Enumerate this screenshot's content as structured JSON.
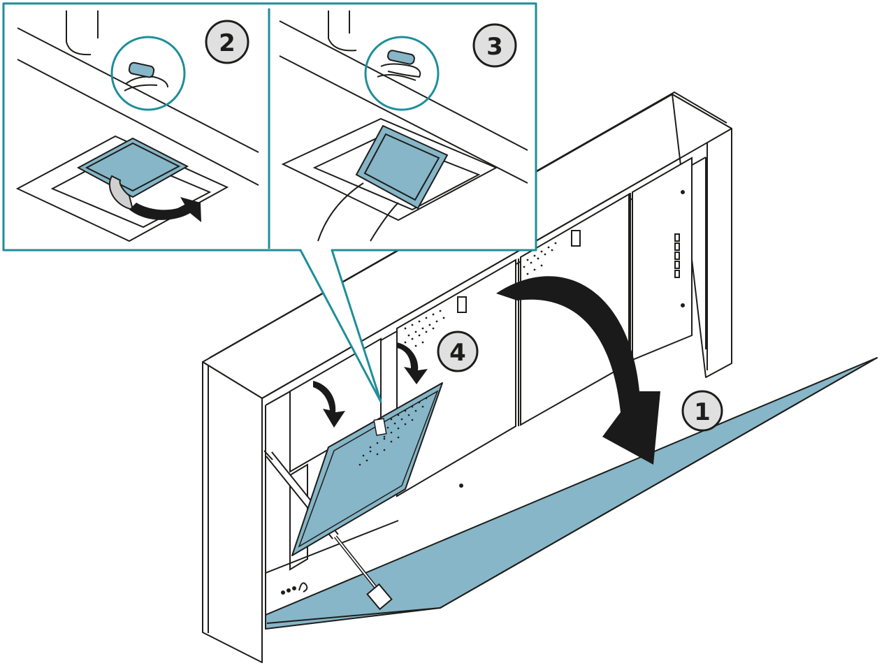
{
  "steps": [
    {
      "number": "1",
      "action": "open-front-panel"
    },
    {
      "number": "2",
      "action": "release-retaining-tab"
    },
    {
      "number": "3",
      "action": "lift-filter-out"
    },
    {
      "number": "4",
      "action": "fold-down-filter"
    }
  ],
  "colors": {
    "panel_fill": "#86b6c7",
    "callout_frame": "#1e8e9a",
    "arrow": "#1a1a1a",
    "outline": "#1d1d1b",
    "badge_fill": "#e0e0e0"
  },
  "icons": [
    "curved-arrow-icon",
    "callout-magnifier-circle",
    "gas-strut",
    "grease-filter"
  ]
}
